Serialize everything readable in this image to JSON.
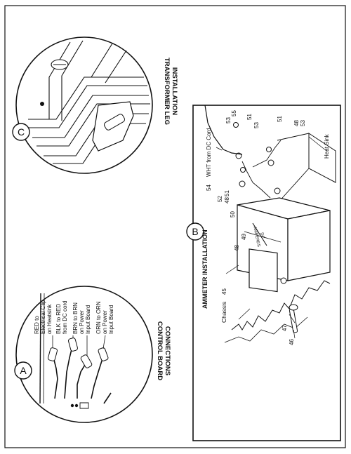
{
  "panels": {
    "a": {
      "letter": "A",
      "title": [
        "CONTROL BOARD",
        "CONNECTIONS"
      ],
      "labels": {
        "red": [
          "RED to",
          "Electrical Clip",
          "on Heatsink"
        ],
        "blk": [
          "BLK to RED",
          "from DC cord"
        ],
        "brn": [
          "BRN to BRN",
          "on Power",
          "Input Board"
        ],
        "orn": [
          "ORN to ORN",
          "on Power",
          "Input Board"
        ]
      }
    },
    "b": {
      "letter": "B",
      "title": "AMMETER INSTALLATION",
      "meter_text": [
        "DC",
        "AMPERES"
      ],
      "labels": {
        "chassis": "Chassis",
        "heat_sink": "Heat Sink",
        "wht": "WHT from DC Cord",
        "n45": "45",
        "n46": "46",
        "n47": "47",
        "n48a": "48",
        "n48b": "48",
        "n49": "49",
        "n50": "50",
        "n51a": "51",
        "n51b": "51",
        "n51c": "51",
        "n52": "52",
        "n53a": "53",
        "n53b": "53",
        "n53c": "53",
        "n54": "54",
        "n55": "55"
      }
    },
    "c": {
      "letter": "C",
      "title": [
        "TRANSFORMER LEG",
        "INSTALLATION"
      ]
    }
  },
  "colors": {
    "line": "#111111",
    "background": "#ffffff"
  }
}
